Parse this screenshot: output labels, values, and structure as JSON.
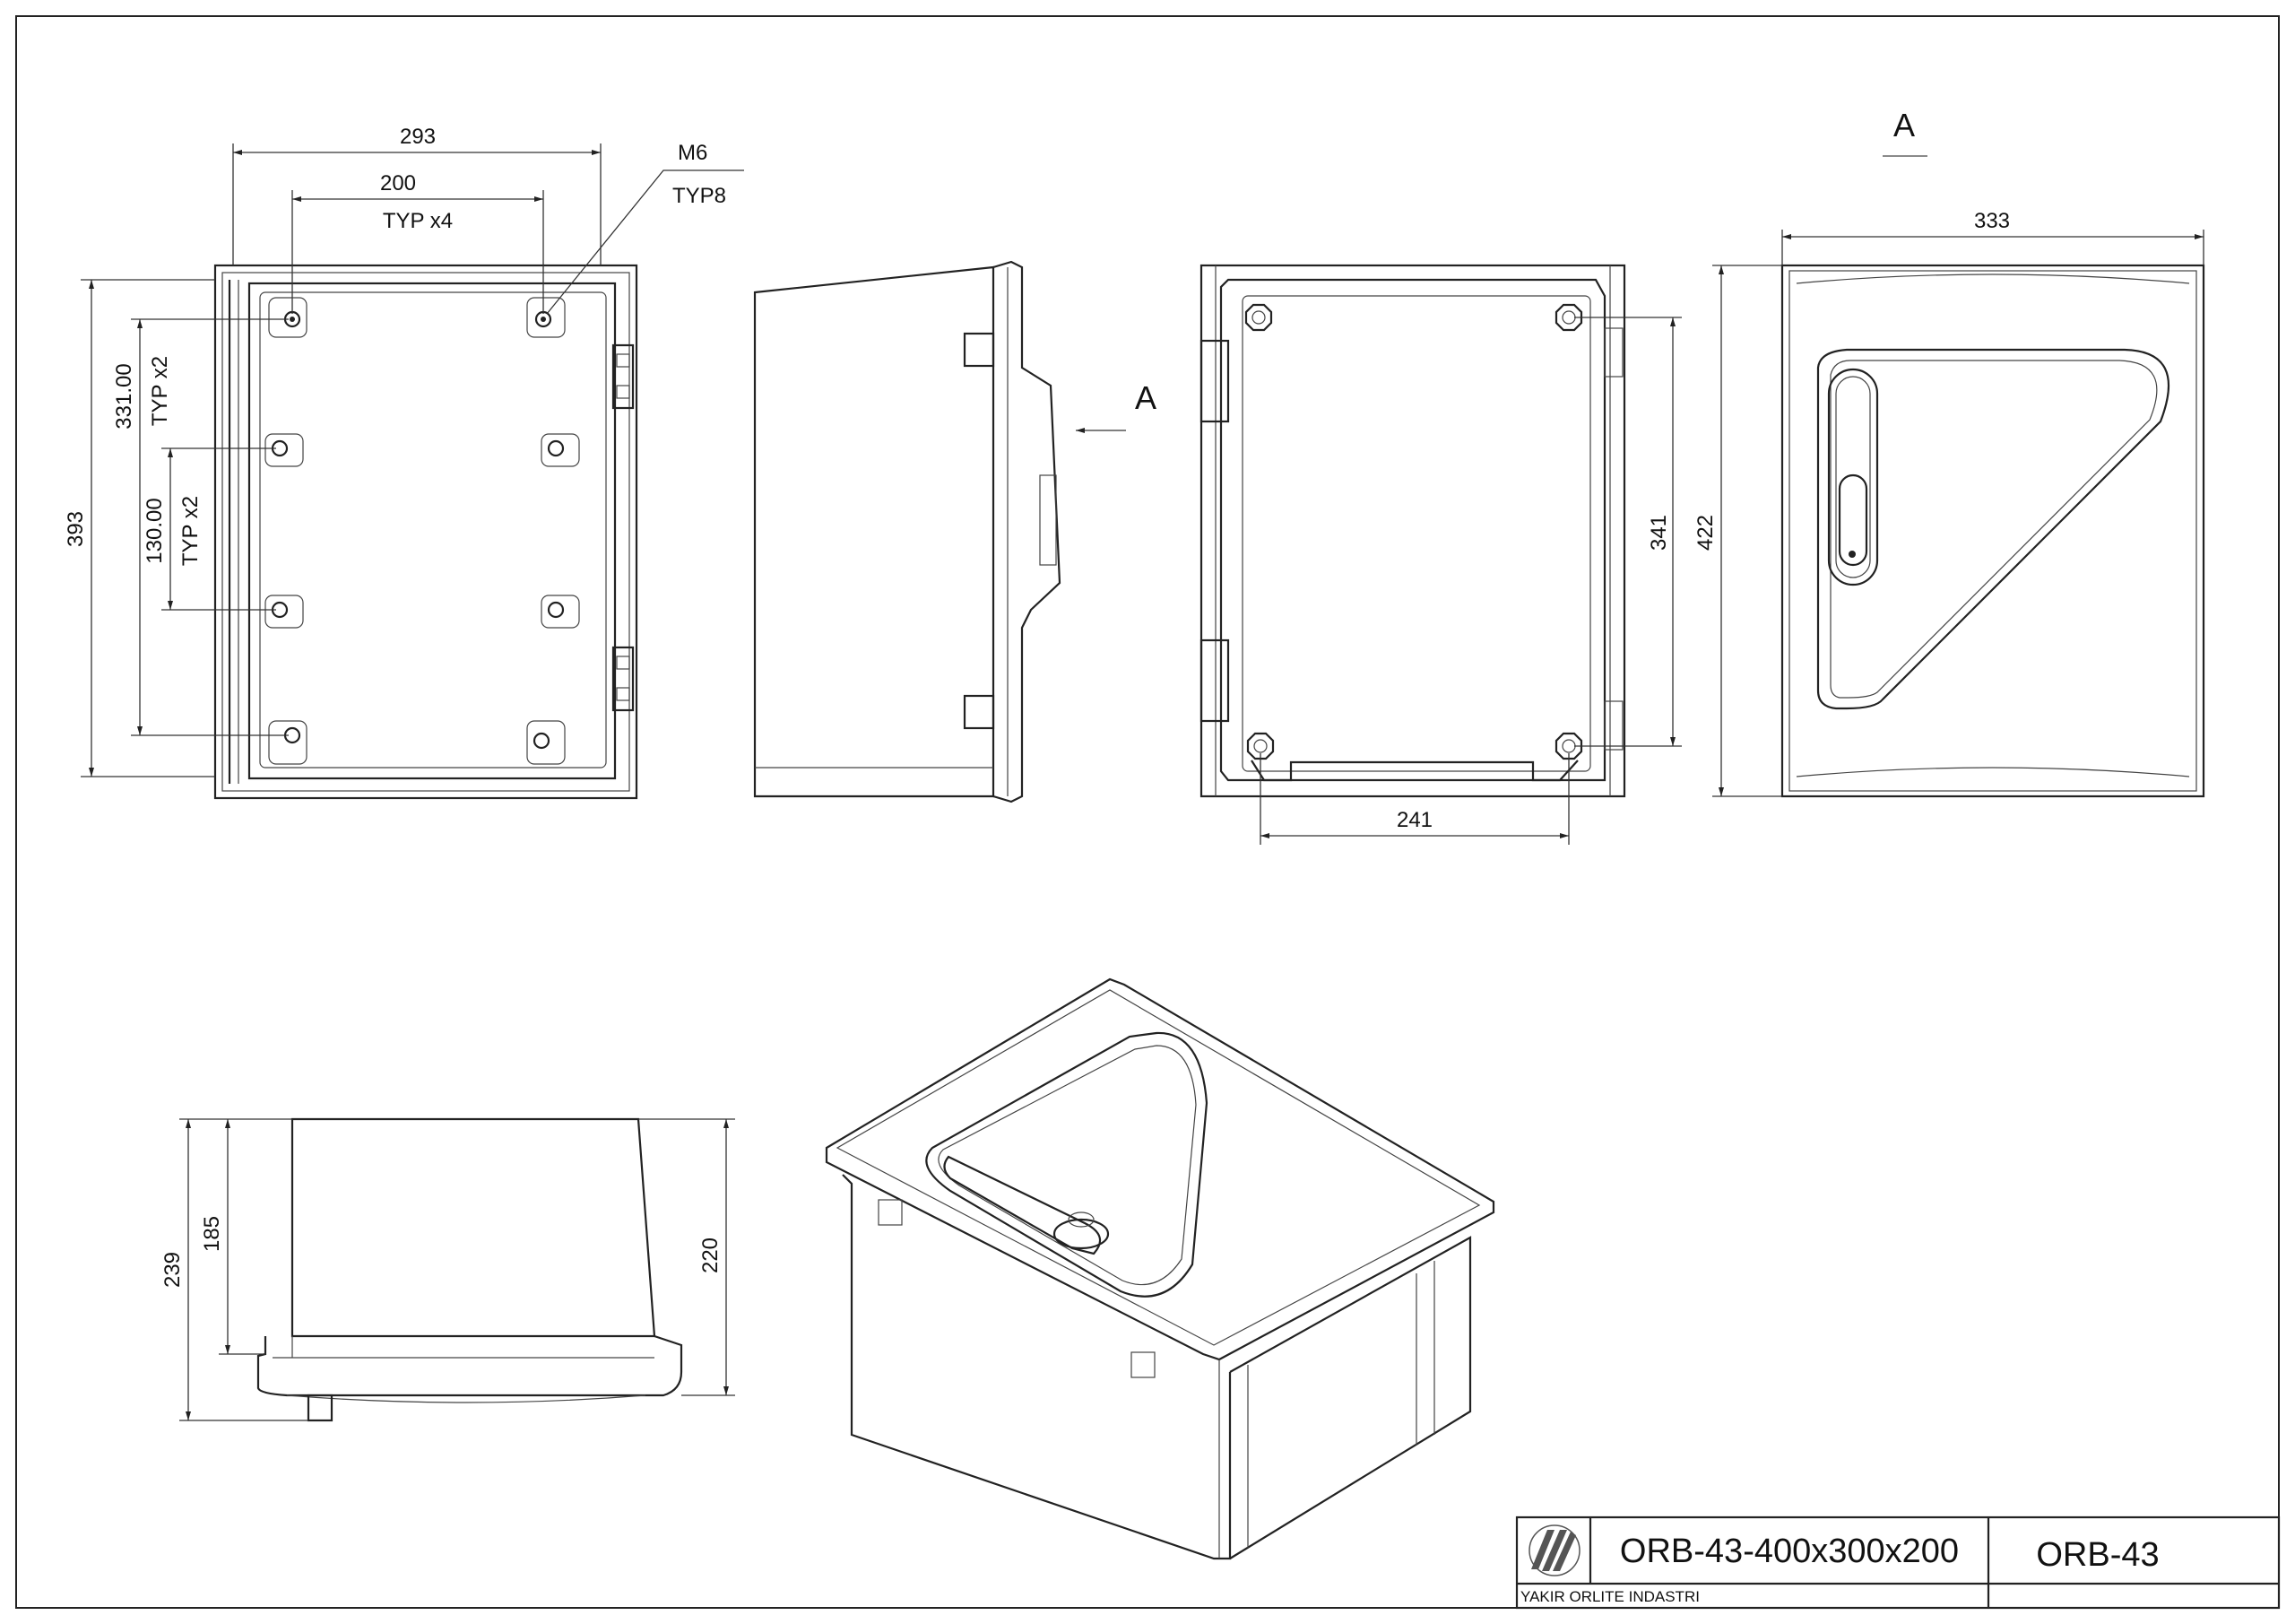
{
  "front_view": {
    "width_overall": "293",
    "hole_spacing_horizontal": "200",
    "hole_spacing_note": "TYP x4",
    "screw_size": "M6",
    "screw_note": "TYP8",
    "height_overall": "393",
    "hole_spacing_vertical": "331.00",
    "hole_spacing_vertical_note": "TYP x2",
    "inner_spacing_vertical": "130.00",
    "inner_spacing_vertical_note": "TYP x2"
  },
  "side_view": {
    "arrow_label": "A"
  },
  "back_view": {
    "mount_height": "341",
    "mount_width": "241"
  },
  "view_a": {
    "title": "A",
    "width": "333",
    "height": "422"
  },
  "bottom_side_view": {
    "overall_depth": "239",
    "body_depth": "185",
    "lid_depth": "220"
  },
  "title_block": {
    "part_number": "ORB-43-400x300x200",
    "model": "ORB-43",
    "company": "YAKIR ORLITE INDASTRI"
  }
}
